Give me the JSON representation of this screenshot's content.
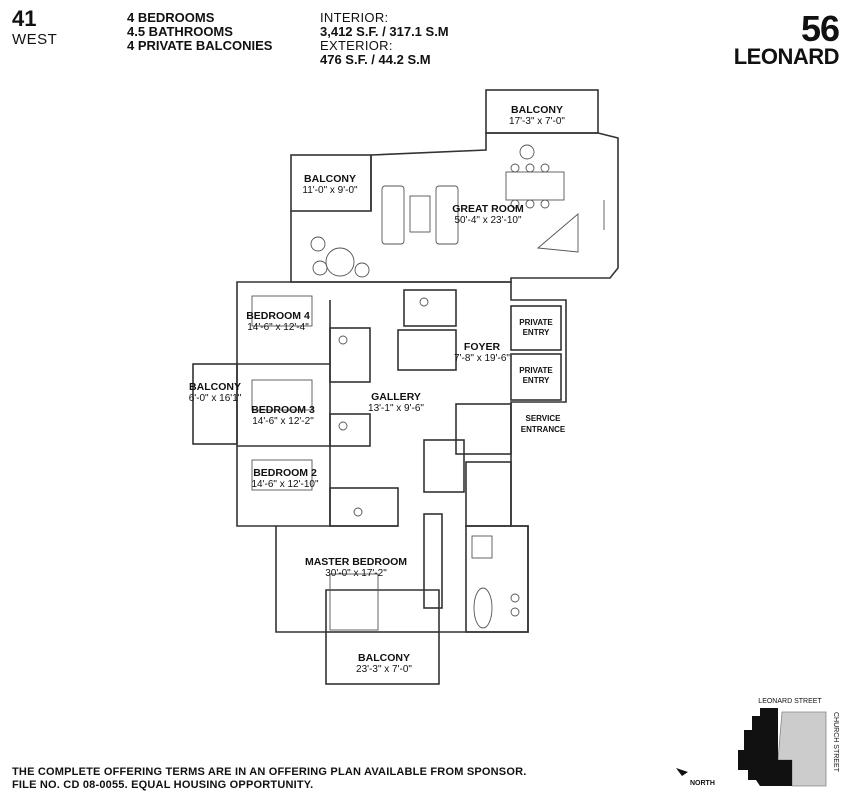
{
  "unit": {
    "number": "41",
    "side": "WEST"
  },
  "specs": [
    "4 BEDROOMS",
    "4.5 BATHROOMS",
    "4 PRIVATE BALCONIES"
  ],
  "area": {
    "interior_label": "INTERIOR:",
    "interior_value": "3,412 S.F. / 317.1 S.M",
    "exterior_label": "EXTERIOR:",
    "exterior_value": "476 S.F. / 44.2 S.M"
  },
  "logo": {
    "number": "56",
    "name": "LEONARD"
  },
  "rooms": {
    "balcony_top": {
      "name": "BALCONY",
      "dim": "17'-3\" x 7'-0\""
    },
    "balcony_nw": {
      "name": "BALCONY",
      "dim": "11'-0\" x 9'-0\""
    },
    "great_room": {
      "name": "GREAT ROOM",
      "dim": "50'-4\" x 23'-10\""
    },
    "bedroom4": {
      "name": "BEDROOM 4",
      "dim": "14'-6\" x 12'-4\""
    },
    "foyer": {
      "name": "FOYER",
      "dim": "7'-8\" x 19'-6\""
    },
    "private_entry_1": {
      "line1": "PRIVATE",
      "line2": "ENTRY"
    },
    "private_entry_2": {
      "line1": "PRIVATE",
      "line2": "ENTRY"
    },
    "balcony_west": {
      "name": "BALCONY",
      "dim": "6'-0\" x 16'1\""
    },
    "gallery": {
      "name": "GALLERY",
      "dim": "13'-1\" x 9'-6\""
    },
    "bedroom3": {
      "name": "BEDROOM 3",
      "dim": "14'-6\" x 12'-2\""
    },
    "service_entrance": {
      "line1": "SERVICE",
      "line2": "ENTRANCE"
    },
    "bedroom2": {
      "name": "BEDROOM 2",
      "dim": "14'-6\" x 12'-10\""
    },
    "master_bedroom": {
      "name": "MASTER BEDROOM",
      "dim": "30'-0\" x 17'-2\""
    },
    "balcony_south": {
      "name": "BALCONY",
      "dim": "23'-3\" x 7'-0\""
    }
  },
  "keyplan": {
    "street_top": "LEONARD STREET",
    "street_side": "CHURCH STREET",
    "north": "NORTH"
  },
  "disclaimer": [
    "THE COMPLETE OFFERING TERMS ARE IN AN OFFERING PLAN AVAILABLE FROM SPONSOR.",
    "FILE NO. CD 08-0055. EQUAL HOUSING OPPORTUNITY."
  ],
  "colors": {
    "wall": "#333333",
    "furniture": "#555555",
    "keyplan_dark": "#111111",
    "keyplan_light": "#cccccc"
  }
}
